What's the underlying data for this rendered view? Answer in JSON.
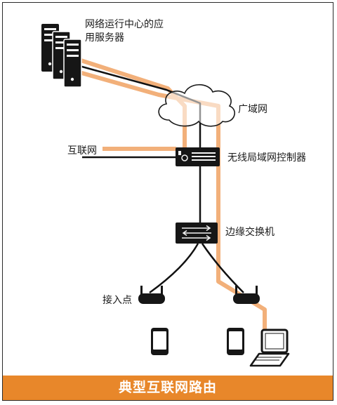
{
  "diagram": {
    "labels": {
      "servers_line1": "网络运行中心的应",
      "servers_line2": "用服务器",
      "wan": "广域网",
      "internet": "互联网",
      "wlan_controller": "无线局域网控制器",
      "edge_switch": "边缘交换机",
      "access_point": "接入点"
    },
    "colors": {
      "wired_path": "#111111",
      "wireless_path": "#f2b07a",
      "caption_bg": "#e8872a"
    },
    "icons": [
      "server-rack-icon",
      "cloud-icon",
      "wlan-controller-icon",
      "switch-icon",
      "access-point-icon",
      "phone-icon",
      "laptop-icon"
    ]
  },
  "caption": "典型互联网路由"
}
